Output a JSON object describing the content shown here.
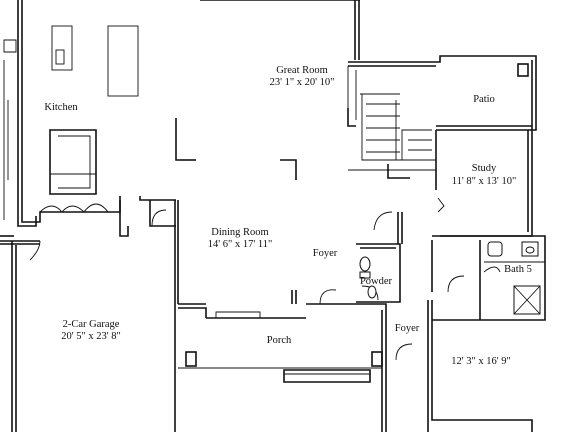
{
  "plan": {
    "rooms": [
      {
        "id": "great-room",
        "name": "Great Room",
        "dims": "23' 1\" x 20' 10\""
      },
      {
        "id": "kitchen",
        "name": "Kitchen"
      },
      {
        "id": "patio",
        "name": "Patio"
      },
      {
        "id": "study",
        "name": "Study",
        "dims": "11' 8\" x 13' 10\""
      },
      {
        "id": "dining-room",
        "name": "Dining Room",
        "dims": "14' 6\" x 17' 11\""
      },
      {
        "id": "foyer-main",
        "name": "Foyer"
      },
      {
        "id": "powder",
        "name": "Powder"
      },
      {
        "id": "bath-5",
        "name": "Bath 5"
      },
      {
        "id": "garage",
        "name": "2-Car Garage",
        "dims": "20' 5\" x 23' 8\""
      },
      {
        "id": "foyer-side",
        "name": "Foyer"
      },
      {
        "id": "porch",
        "name": "Porch"
      },
      {
        "id": "bedroom",
        "dims": "12' 3\" x 16' 9\""
      }
    ]
  }
}
